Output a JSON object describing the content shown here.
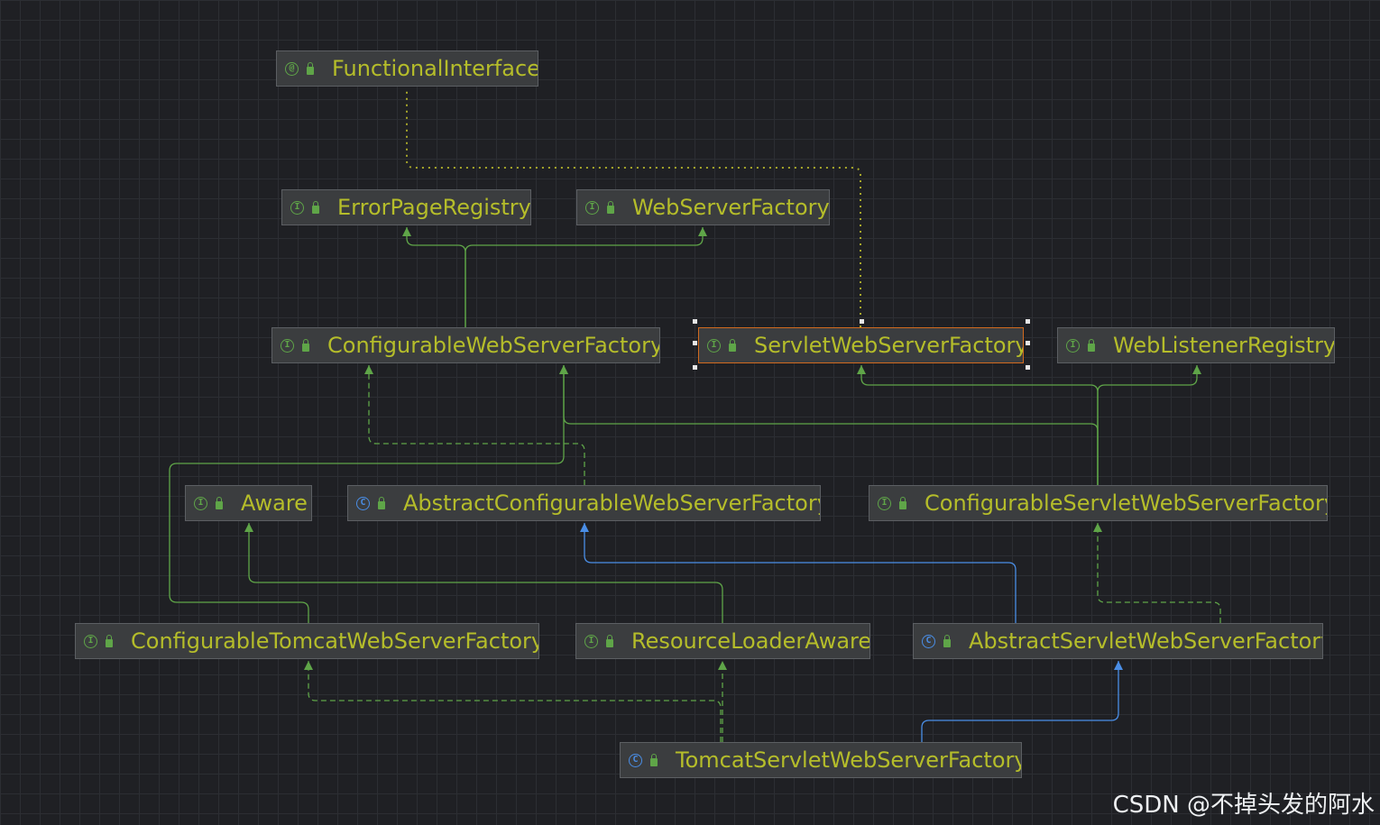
{
  "nodes": [
    {
      "id": "functionalinterface",
      "icon": "@",
      "kind": "annotation",
      "label": "FunctionalInterface"
    },
    {
      "id": "errorpageregistry",
      "icon": "I",
      "kind": "interface",
      "label": "ErrorPageRegistry"
    },
    {
      "id": "webserverfactory",
      "icon": "I",
      "kind": "interface",
      "label": "WebServerFactory"
    },
    {
      "id": "configurablewebserverfactory",
      "icon": "I",
      "kind": "interface",
      "label": "ConfigurableWebServerFactory"
    },
    {
      "id": "servletwebserverfactory",
      "icon": "I",
      "kind": "interface",
      "label": "ServletWebServerFactory",
      "selected": true
    },
    {
      "id": "weblistenerregistry",
      "icon": "I",
      "kind": "interface",
      "label": "WebListenerRegistry"
    },
    {
      "id": "aware",
      "icon": "I",
      "kind": "interface",
      "label": "Aware"
    },
    {
      "id": "abstractconfigurablewebserverfactory",
      "icon": "C",
      "kind": "abstract-class",
      "label": "AbstractConfigurableWebServerFactory"
    },
    {
      "id": "configurableservletwebserverfactory",
      "icon": "I",
      "kind": "interface",
      "label": "ConfigurableServletWebServerFactory"
    },
    {
      "id": "configurabletomcatwebserverfactory",
      "icon": "I",
      "kind": "interface",
      "label": "ConfigurableTomcatWebServerFactory"
    },
    {
      "id": "resourceloaderaware",
      "icon": "I",
      "kind": "interface",
      "label": "ResourceLoaderAware"
    },
    {
      "id": "abstractservletwebserverfactory",
      "icon": "C",
      "kind": "abstract-class",
      "label": "AbstractServletWebServerFactory"
    },
    {
      "id": "tomcatservletwebserverfactory",
      "icon": "C",
      "kind": "class",
      "label": "TomcatServletWebServerFactory"
    }
  ],
  "edges": [
    {
      "from": "servletwebserverfactory",
      "to": "functionalinterface",
      "type": "annotated-by"
    },
    {
      "from": "configurablewebserverfactory",
      "to": "errorpageregistry",
      "type": "extends"
    },
    {
      "from": "configurablewebserverfactory",
      "to": "webserverfactory",
      "type": "extends"
    },
    {
      "from": "configurableservletwebserverfactory",
      "to": "configurablewebserverfactory",
      "type": "extends"
    },
    {
      "from": "configurableservletwebserverfactory",
      "to": "servletwebserverfactory",
      "type": "extends"
    },
    {
      "from": "configurableservletwebserverfactory",
      "to": "weblistenerregistry",
      "type": "extends"
    },
    {
      "from": "abstractconfigurablewebserverfactory",
      "to": "configurablewebserverfactory",
      "type": "implements"
    },
    {
      "from": "configurabletomcatwebserverfactory",
      "to": "configurablewebserverfactory",
      "type": "extends"
    },
    {
      "from": "resourceloaderaware",
      "to": "aware",
      "type": "extends"
    },
    {
      "from": "abstractservletwebserverfactory",
      "to": "abstractconfigurablewebserverfactory",
      "type": "class-extends"
    },
    {
      "from": "abstractservletwebserverfactory",
      "to": "configurableservletwebserverfactory",
      "type": "implements"
    },
    {
      "from": "tomcatservletwebserverfactory",
      "to": "configurabletomcatwebserverfactory",
      "type": "implements"
    },
    {
      "from": "tomcatservletwebserverfactory",
      "to": "resourceloaderaware",
      "type": "implements"
    },
    {
      "from": "tomcatservletwebserverfactory",
      "to": "abstractservletwebserverfactory",
      "type": "class-extends"
    }
  ],
  "colors": {
    "background": "#1f2024",
    "node_fill": "#3b3d3f",
    "node_border": "#5c5f63",
    "node_text": "#b5bd2a",
    "interface_green": "#5fa548",
    "class_blue": "#4a8ee6",
    "annotation_yellow": "#a8a82a",
    "selection_orange": "#d26a1f"
  },
  "watermark": "CSDN @不掉头发的阿水"
}
